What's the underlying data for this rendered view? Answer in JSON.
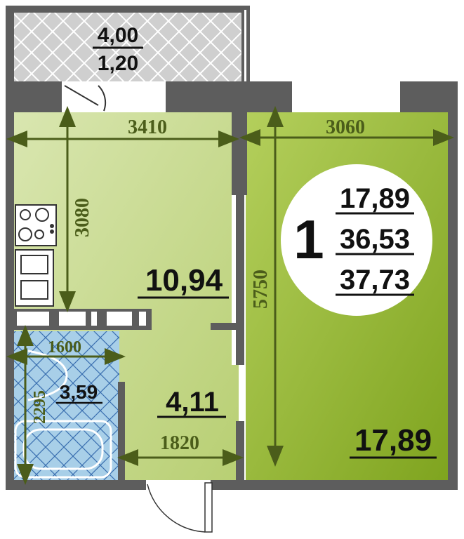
{
  "plan": {
    "balcony": {
      "area_top": "4,00",
      "area_bottom": "1,20"
    },
    "kitchen": {
      "area": "10,94",
      "width": "3410",
      "depth": "3080"
    },
    "hall": {
      "area": "4,11",
      "width": "1820"
    },
    "bathroom": {
      "area": "3,59",
      "width": "1600",
      "depth": "2295"
    },
    "room": {
      "area": "17,89",
      "width": "3060",
      "depth": "5750"
    },
    "summary": {
      "rooms": "1",
      "living": "17,89",
      "total": "36,53",
      "total_with_balcony": "37,73"
    }
  },
  "colors": {
    "wall": "#5d5d5d",
    "kitchen": "#c5d88e",
    "room": "#8fb22e",
    "bath": "#a8cfe8",
    "dimension": "#4b5d1a"
  }
}
